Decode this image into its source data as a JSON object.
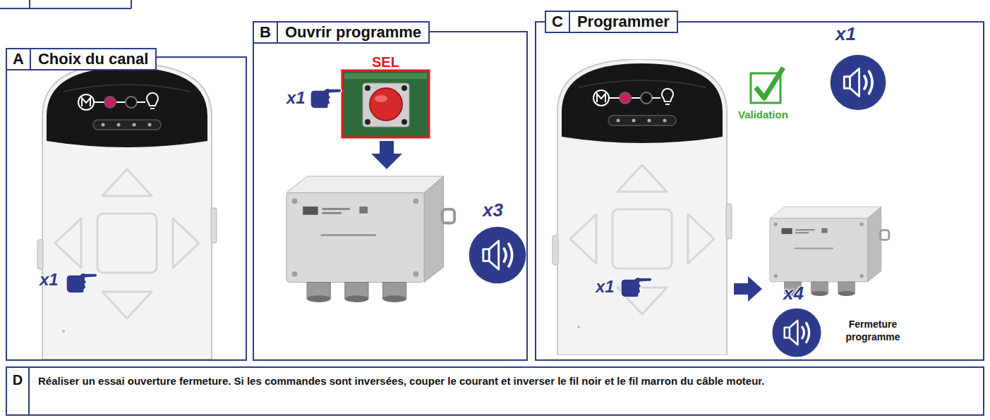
{
  "diagram": {
    "nodes": [
      {
        "text": [
          "A",
          "Choix du canal"
        ]
      },
      {
        "text": [
          "B",
          "Ouvrir programme"
        ]
      },
      {
        "text": [
          "C",
          "Programmer"
        ]
      },
      {
        "text": [
          "D",
          "Réaliser un essai ouverture fermeture. Si les commandes sont inversées, couper le courant et inverser le fil noir et le fil marron du câble moteur."
        ]
      }
    ],
    "labels": [
      "x1",
      "SEL",
      "x1",
      "x3",
      "x1",
      "x1",
      "Validation",
      "x4",
      "Fermeture programme"
    ]
  }
}
